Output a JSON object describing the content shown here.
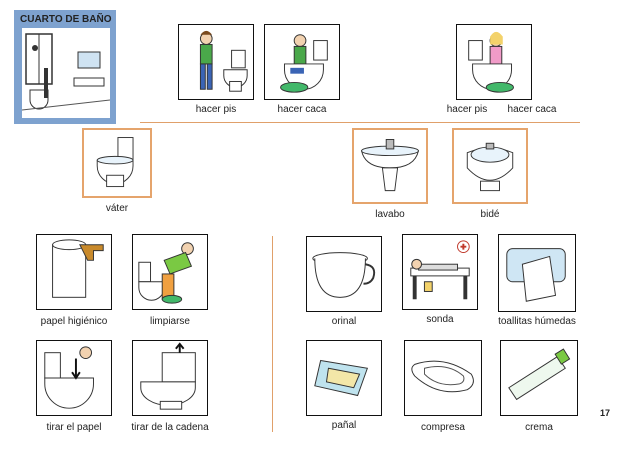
{
  "header": {
    "title": "CUARTO DE BAÑO"
  },
  "top_row": [
    {
      "label": "hacer pis"
    },
    {
      "label": "hacer caca"
    },
    {
      "label": "hacer pis"
    },
    {
      "label": "hacer caca"
    }
  ],
  "middle_row": [
    {
      "label": "váter"
    },
    {
      "label": "lavabo"
    },
    {
      "label": "bidé"
    }
  ],
  "left_grid": [
    {
      "label": "papel higiénico"
    },
    {
      "label": "limpiarse"
    },
    {
      "label": "tirar el papel"
    },
    {
      "label": "tirar de la cadena"
    }
  ],
  "right_grid": [
    {
      "label": "orinal"
    },
    {
      "label": "sonda"
    },
    {
      "label": "toallitas húmedas"
    },
    {
      "label": "pañal"
    },
    {
      "label": "compresa"
    },
    {
      "label": "crema"
    }
  ],
  "footer": {
    "page_number": "17"
  },
  "colors": {
    "accent": "#e5a46c",
    "title_box": "#7ea2cf"
  }
}
